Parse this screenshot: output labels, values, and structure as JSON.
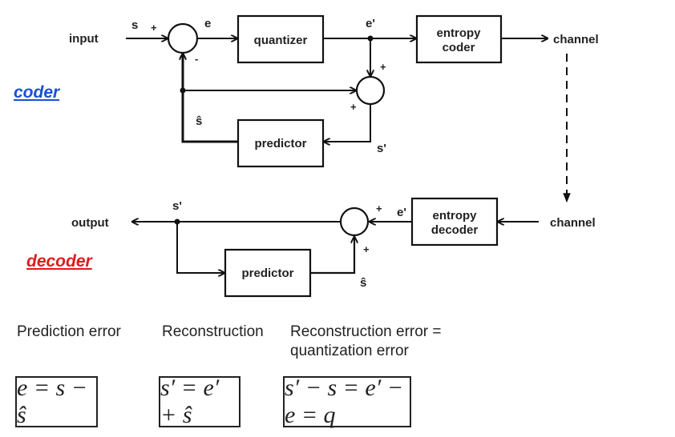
{
  "sections": {
    "coder": {
      "label": "coder",
      "color": "#1a4fd6"
    },
    "decoder": {
      "label": "decoder",
      "color": "#e01a1a"
    }
  },
  "coder": {
    "input_label": "input",
    "s_label": "s",
    "e_label": "e",
    "e_prime_label": "e'",
    "s_prime_label": "s'",
    "s_hat_label": "ŝ",
    "sum1_signs": {
      "input": "+",
      "feedback": "-"
    },
    "sum2_signs": {
      "top": "+",
      "left": "+"
    },
    "quantizer_label": "quantizer",
    "entropy_coder_label": [
      "entropy",
      "coder"
    ],
    "predictor_label": "predictor",
    "channel_label": "channel"
  },
  "decoder": {
    "output_label": "output",
    "s_prime_label": "s'",
    "e_prime_label": "e'",
    "s_hat_label": "ŝ",
    "sum_signs": {
      "right": "+",
      "bottom": "+"
    },
    "entropy_decoder_label": [
      "entropy",
      "decoder"
    ],
    "predictor_label": "predictor",
    "channel_label": "channel"
  },
  "equations": [
    {
      "caption": "Prediction error",
      "formula": "e = s − ŝ"
    },
    {
      "caption": "Reconstruction",
      "formula": "s′ = e′ + ŝ"
    },
    {
      "caption": "Reconstruction error = quantization error",
      "caption_lines": [
        "Reconstruction error =",
        "quantization error"
      ],
      "formula": "s′ − s = e′ − e = q"
    }
  ]
}
